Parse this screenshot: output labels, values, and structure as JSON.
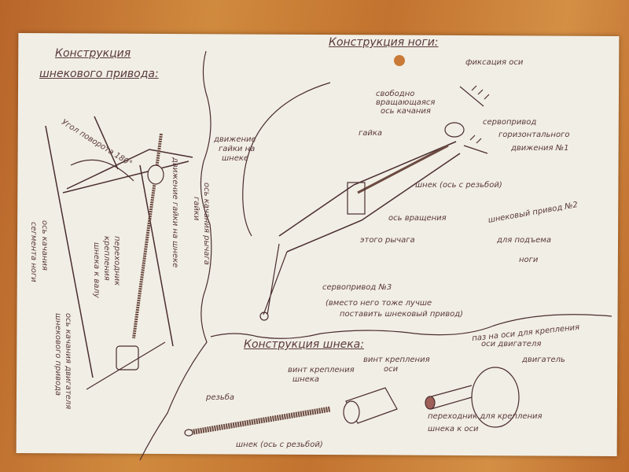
{
  "auger_drive": {
    "title_line1": "Конструкция",
    "title_line2": "шнекового привода:",
    "rotation_angle": "Угол поворота 180°",
    "nut_lever_axis": "ось качания рычага",
    "nut_lever_axis2": "гайки",
    "nut_motion": "движение гайки на шнеке",
    "leg_segment_axis": "ось качания",
    "leg_segment_axis2": "сегмента ноги",
    "coupling": "переходник",
    "coupling2": "крепления",
    "coupling3": "шнека к валу",
    "motor_axis": "ось качания двигателя",
    "motor_axis2": "шнекового привода"
  },
  "leg": {
    "title": "Конструкция ноги:",
    "axis_fix": "фиксация оси",
    "free_axis": "свободно",
    "free_axis2": "вращающаяся",
    "free_axis3": "ось качания",
    "nut": "гайка",
    "nut_motion": "движение",
    "nut_motion2": "гайки на",
    "nut_motion3": "шнеке",
    "servo1": "сервопривод",
    "servo1_2": "горизонтального",
    "servo1_3": "движения №1",
    "screw": "шнек (ось с резьбой)",
    "rotation_axis": "ось вращения",
    "lever": "этого рычага",
    "auger2": "шнековый привод №2",
    "auger2_2": "для подъема",
    "auger2_3": "ноги",
    "servo3": "сервопривод №3",
    "servo3_note": "(вместо него тоже лучше",
    "servo3_note2": "поставить шнековый привод)"
  },
  "screw": {
    "title": "Конструкция шнека:",
    "screw_fix": "винт крепления",
    "screw_fix2": "шнека",
    "axis_fix": "винт крепления",
    "axis_fix2": "оси",
    "slot": "паз на оси для крепления",
    "slot2": "оси двигателя",
    "motor": "двигатель",
    "thread": "резьба",
    "screw_label": "шнек (ось с резьбой)",
    "adapter": "переходник для крепления",
    "adapter2": "шнека к оси"
  }
}
